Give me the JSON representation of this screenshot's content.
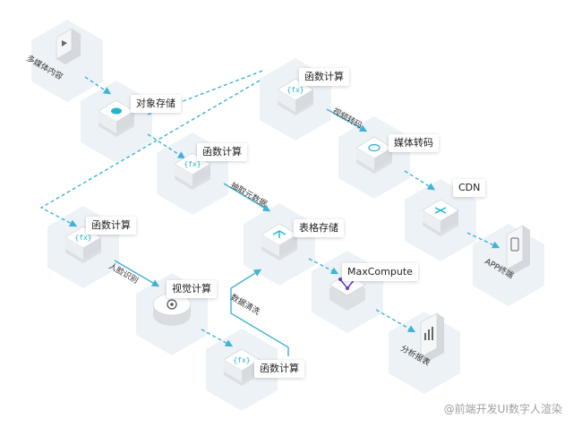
{
  "nodes": {
    "media_content": "多媒体内容",
    "object_storage": "对象存储",
    "fc_top": "函数计算",
    "fc_mid": "函数计算",
    "fc_left": "函数计算",
    "fc_bottom": "函数计算",
    "media_transcode": "媒体转码",
    "cdn": "CDN",
    "app_terminal": "APP终端",
    "table_storage": "表格存储",
    "visual_compute": "视觉计算",
    "maxcompute": "MaxCompute",
    "analytics_report": "分析报表"
  },
  "edges": {
    "video_transcode": "视频转码",
    "extract_metadata": "抽取元数据",
    "face_recognition": "人脸识别",
    "data_cleaning": "数据清洗"
  },
  "watermark": "@前端开发UI数字人渲染",
  "colors": {
    "accent": "#2bb7d8",
    "arrow": "#3fb2d6",
    "icon_cyan": "#22b5d0",
    "maxcompute_purple": "#6a3fc8",
    "tile": "#ffffff",
    "shadow": "#e9eef4"
  }
}
